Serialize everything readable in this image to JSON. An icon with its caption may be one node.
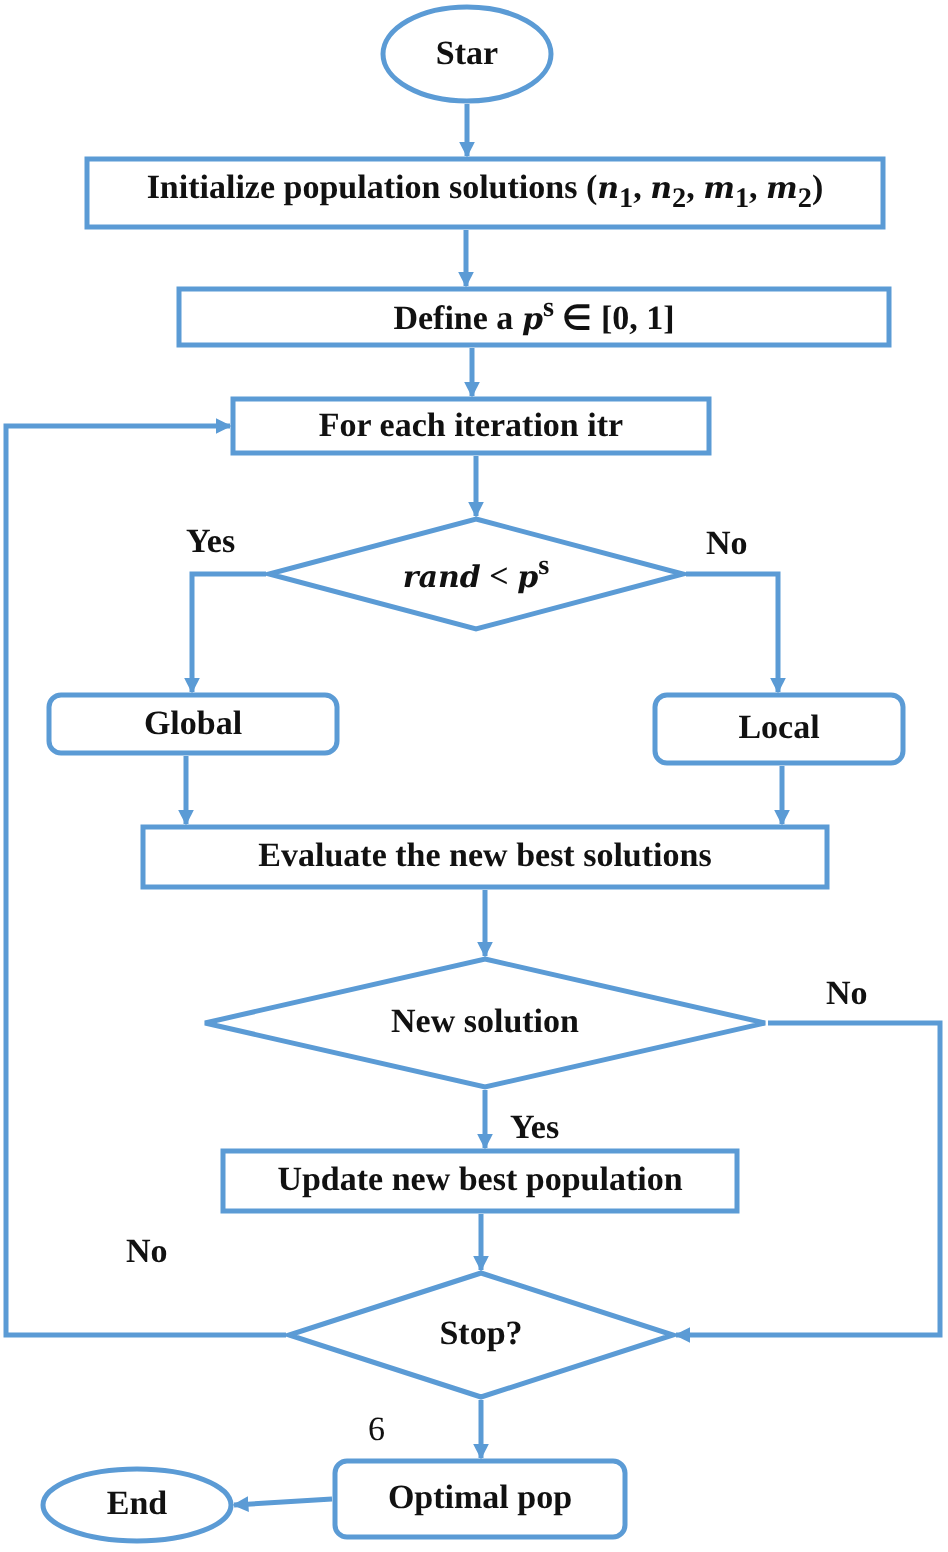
{
  "diagram": {
    "nodes": [
      {
        "text": [
          "Star"
        ]
      },
      {
        "text": [
          "Initialize population solutions (*n*$_{1}$, *n*$_{2}$, *m*$_{1}$, *m*$_{2}$)"
        ]
      },
      {
        "text": [
          "Define a *p*$^{s}$ ∈ [0, 1]"
        ]
      },
      {
        "text": [
          "For each iteration itr"
        ]
      },
      {
        "text": [
          "*rand* < *p*$^{s}$"
        ]
      },
      {
        "text": [
          "Global"
        ]
      },
      {
        "text": [
          "Local"
        ]
      },
      {
        "text": [
          "Evaluate the new best solutions"
        ]
      },
      {
        "text": [
          "New solution"
        ]
      },
      {
        "text": [
          "Update new best population"
        ]
      },
      {
        "text": [
          "Stop?"
        ]
      },
      {
        "text": [
          "Optimal pop"
        ]
      },
      {
        "text": [
          "End"
        ]
      }
    ],
    "edges": [
      {
        "from": 0,
        "to": 1,
        "arrow": "to"
      },
      {
        "from": 1,
        "to": 2,
        "arrow": "to"
      },
      {
        "from": 2,
        "to": 3,
        "arrow": "to"
      },
      {
        "from": 3,
        "to": 4,
        "arrow": "to"
      },
      {
        "from": 4,
        "to": 5,
        "arrow": "to",
        "label": "Yes"
      },
      {
        "from": 4,
        "to": 6,
        "arrow": "to",
        "label": "No"
      },
      {
        "from": 5,
        "to": 7,
        "arrow": "to"
      },
      {
        "from": 6,
        "to": 7,
        "arrow": "to"
      },
      {
        "from": 7,
        "to": 8,
        "arrow": "to"
      },
      {
        "from": 8,
        "to": 9,
        "arrow": "to",
        "label": "Yes"
      },
      {
        "from": 8,
        "to": 10,
        "arrow": "to",
        "label": "No"
      },
      {
        "from": 9,
        "to": 10,
        "arrow": "to"
      },
      {
        "from": 10,
        "to": 3,
        "arrow": "to",
        "label": "No"
      },
      {
        "from": 10,
        "to": 11,
        "arrow": "to"
      },
      {
        "from": 11,
        "to": 12,
        "arrow": "to"
      }
    ],
    "labels": [
      "6"
    ]
  }
}
